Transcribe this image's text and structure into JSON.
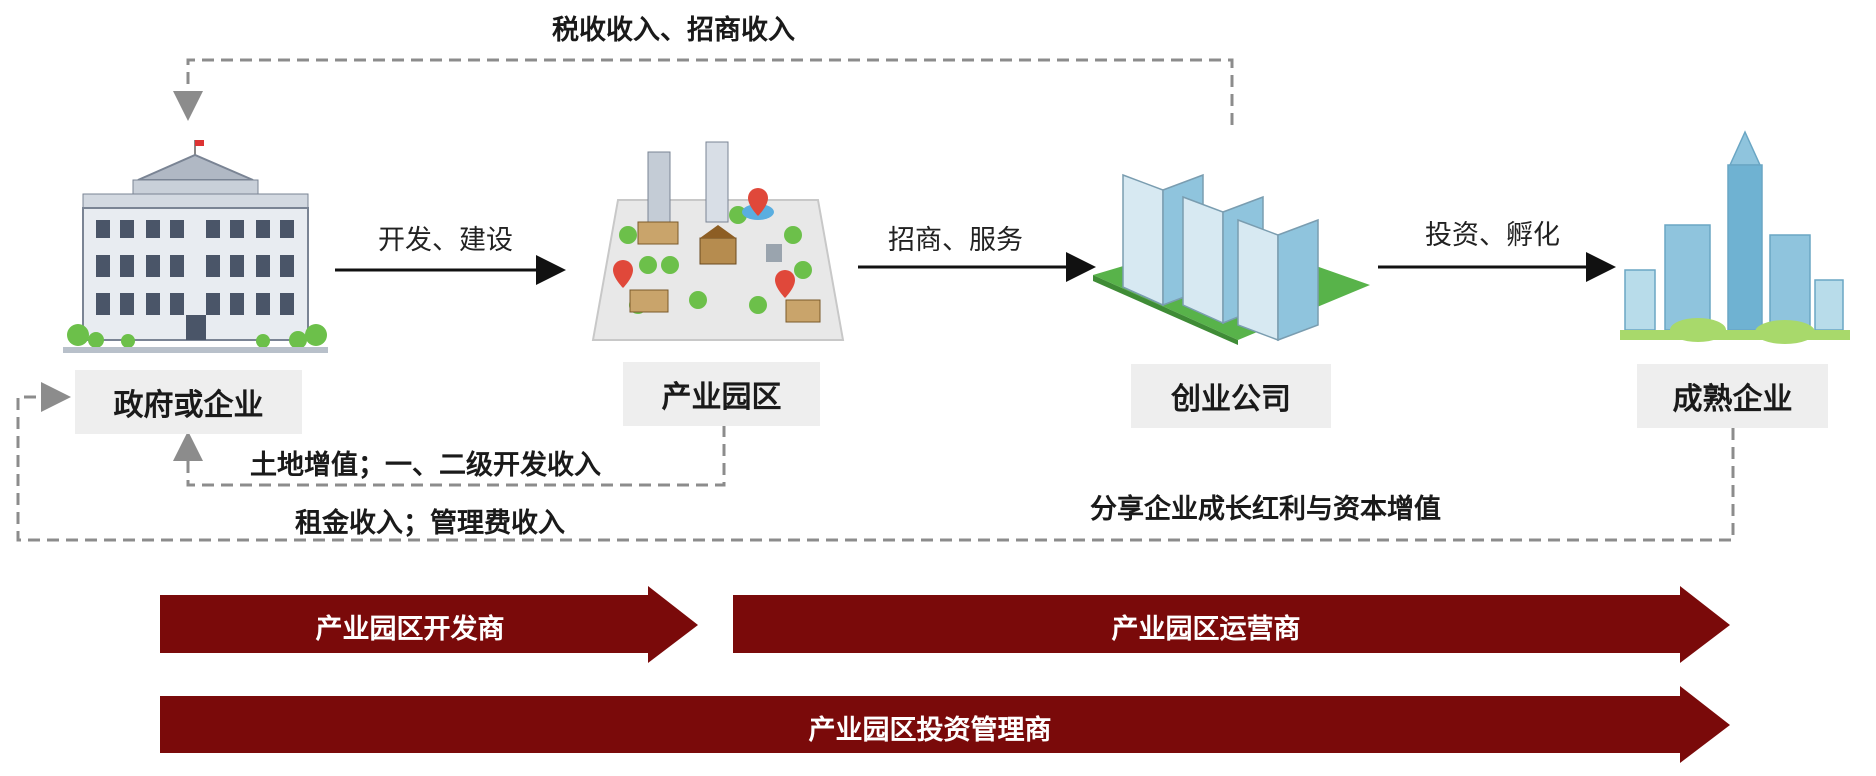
{
  "nodes": {
    "gov": "政府或企业",
    "park": "产业园区",
    "startup": "创业公司",
    "mature": "成熟企业"
  },
  "flows": {
    "develop_build": "开发、建设",
    "invest_service": "招商、服务",
    "invest_incubate": "投资、孵化"
  },
  "returns": {
    "tax_income": "税收收入、招商收入",
    "land_income": "土地增值；一、二级开发收入",
    "rent_income": "租金收入；管理费收入",
    "share_income": "分享企业成长红利与资本增值"
  },
  "roles": {
    "developer": "产业园区开发商",
    "operator": "产业园区运营商",
    "investor": "产业园区投资管理商"
  },
  "colors": {
    "band": "#7a0a0a",
    "arrow": "#111111",
    "dashed": "#8c8c8c",
    "label_bg": "#eeeeee",
    "building_blue": "#8fc4dd",
    "tree_green": "#6cc04a"
  }
}
